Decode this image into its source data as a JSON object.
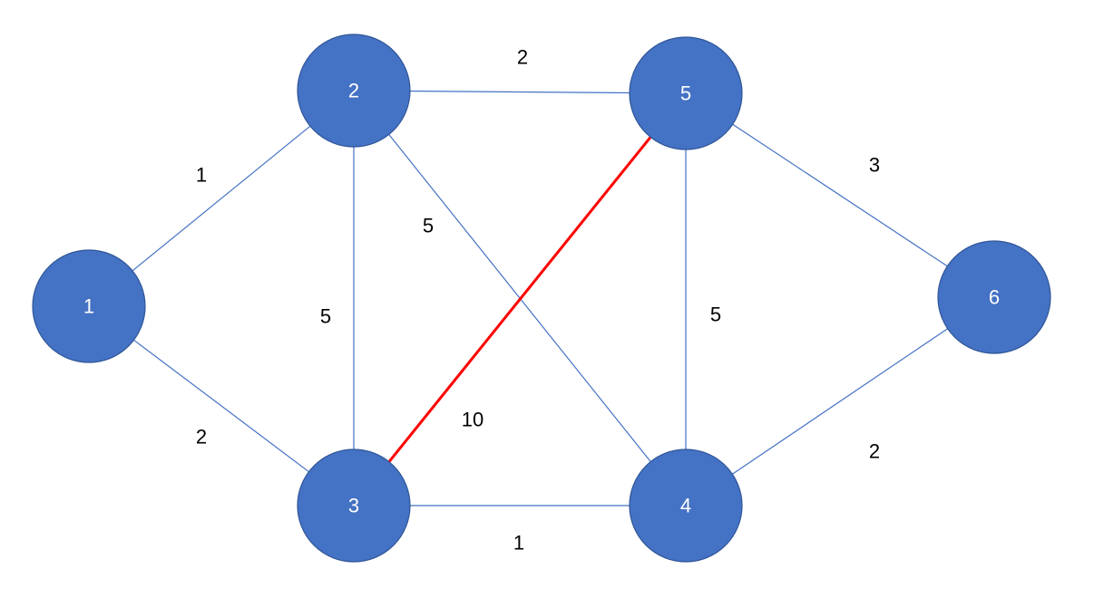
{
  "graph": {
    "colors": {
      "node_fill": "#4472c4",
      "edge": "#4472c4",
      "highlight_edge": "#ff0000",
      "node_text": "#ffffff",
      "weight_text": "#000000"
    },
    "nodes": [
      {
        "id": "1",
        "label": "1"
      },
      {
        "id": "2",
        "label": "2"
      },
      {
        "id": "3",
        "label": "3"
      },
      {
        "id": "4",
        "label": "4"
      },
      {
        "id": "5",
        "label": "5"
      },
      {
        "id": "6",
        "label": "6"
      }
    ],
    "edges": [
      {
        "from": "1",
        "to": "2",
        "weight": "1",
        "highlighted": false
      },
      {
        "from": "1",
        "to": "3",
        "weight": "2",
        "highlighted": false
      },
      {
        "from": "2",
        "to": "3",
        "weight": "5",
        "highlighted": false
      },
      {
        "from": "2",
        "to": "5",
        "weight": "2",
        "highlighted": false
      },
      {
        "from": "2",
        "to": "4",
        "weight": "5",
        "highlighted": false
      },
      {
        "from": "3",
        "to": "4",
        "weight": "1",
        "highlighted": false
      },
      {
        "from": "3",
        "to": "5",
        "weight": "10",
        "highlighted": true
      },
      {
        "from": "5",
        "to": "4",
        "weight": "5",
        "highlighted": false
      },
      {
        "from": "5",
        "to": "6",
        "weight": "3",
        "highlighted": false
      },
      {
        "from": "4",
        "to": "6",
        "weight": "2",
        "highlighted": false
      }
    ]
  }
}
